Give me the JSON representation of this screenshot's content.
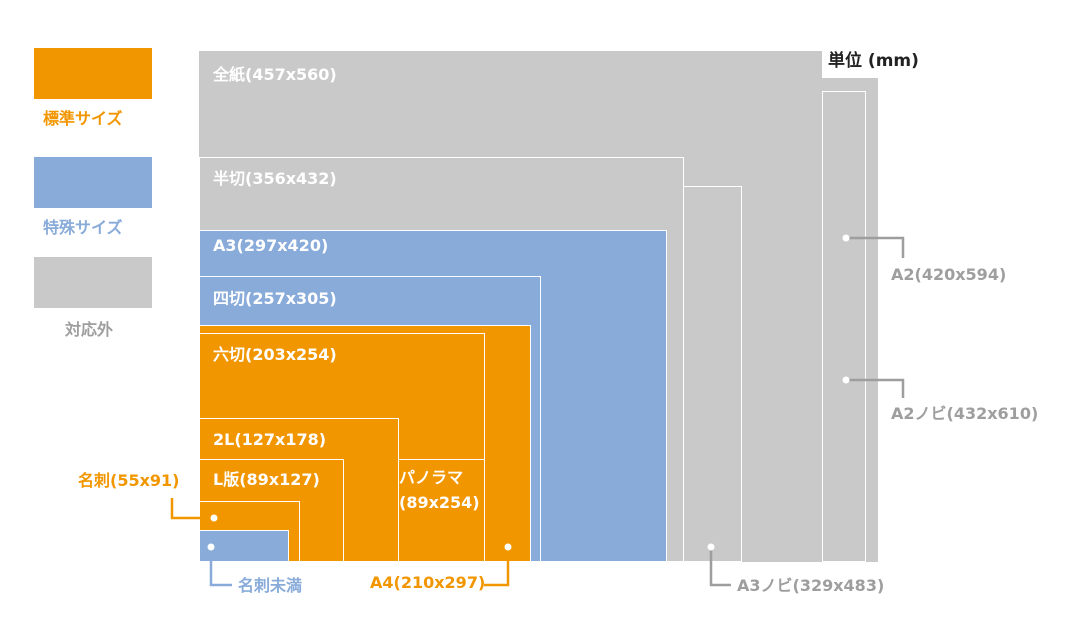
{
  "colors": {
    "standard": "#f29600",
    "special": "#88abda",
    "unsupported": "#c9c9c9",
    "text_gray": "#9e9e9e",
    "title": "#222222"
  },
  "unit_label": "単位 (mm)",
  "legend": [
    {
      "key": "standard",
      "label": "標準サイズ"
    },
    {
      "key": "special",
      "label": "特殊サイズ"
    },
    {
      "key": "unsupported",
      "label": "対応外"
    }
  ],
  "sizes": {
    "zenshi": "全紙(457x560)",
    "hangiri": "半切(356x432)",
    "a3": "A3(297x420)",
    "yotsugiri": "四切(257x305)",
    "mutsugiri": "六切(203x254)",
    "two_l": "2L(127x178)",
    "l_ban": "L版(89x127)",
    "panorama_line1": "パノラマ",
    "panorama_line2": "(89x254)",
    "meishi": "名刺(55x91)",
    "meishi_miman": "名刺未満",
    "a4": "A4(210x297)",
    "a3_nobi": "A3ノビ(329x483)",
    "a2": "A2(420x594)",
    "a2_nobi": "A2ノビ(432x610)"
  }
}
